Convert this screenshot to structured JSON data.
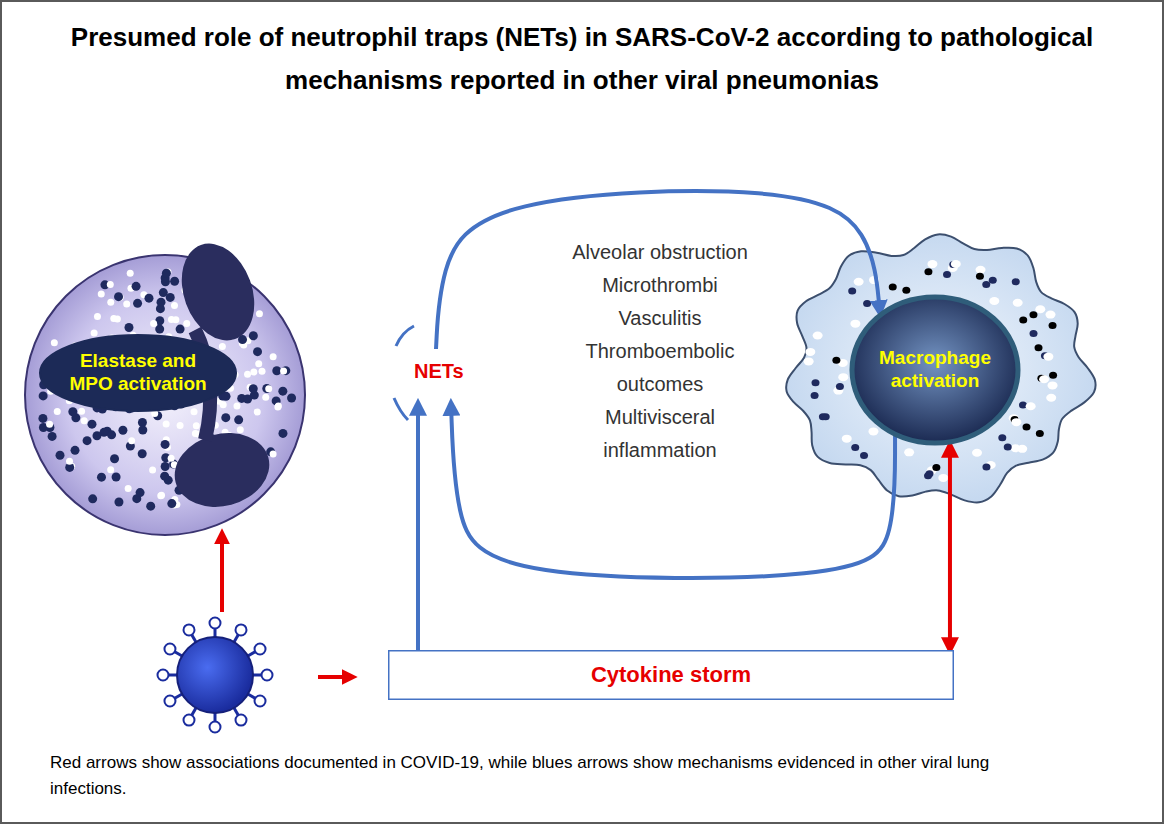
{
  "diagram": {
    "title": "Presumed role of neutrophil traps (NETs) in SARS-CoV-2 according to pathological mechanisms reported in other viral pneumonias",
    "caption": "Red arrows show associations documented in COVID-19, while blues arrows show mechanisms evidenced in other viral lung infections.",
    "nodes": [
      {
        "text": [
          "Elastase and MPO activation"
        ]
      },
      {
        "text": [
          "NETs"
        ]
      },
      {
        "text": [
          "Macrophage activation"
        ]
      },
      {
        "text": [
          "Cytokine storm"
        ]
      }
    ],
    "edges": [
      {
        "from": 3,
        "to": 1,
        "arrow": "to"
      },
      {
        "from": 1,
        "to": 2,
        "arrow": "to"
      },
      {
        "from": 2,
        "to": 1,
        "arrow": "to"
      },
      {
        "from": 2,
        "to": 3,
        "arrow": "both"
      }
    ],
    "labels": [
      "Alveolar obstruction",
      "Microthrombi",
      "Vasculitis",
      "Thromboembolic outcomes",
      "Multivisceral inflammation"
    ]
  }
}
